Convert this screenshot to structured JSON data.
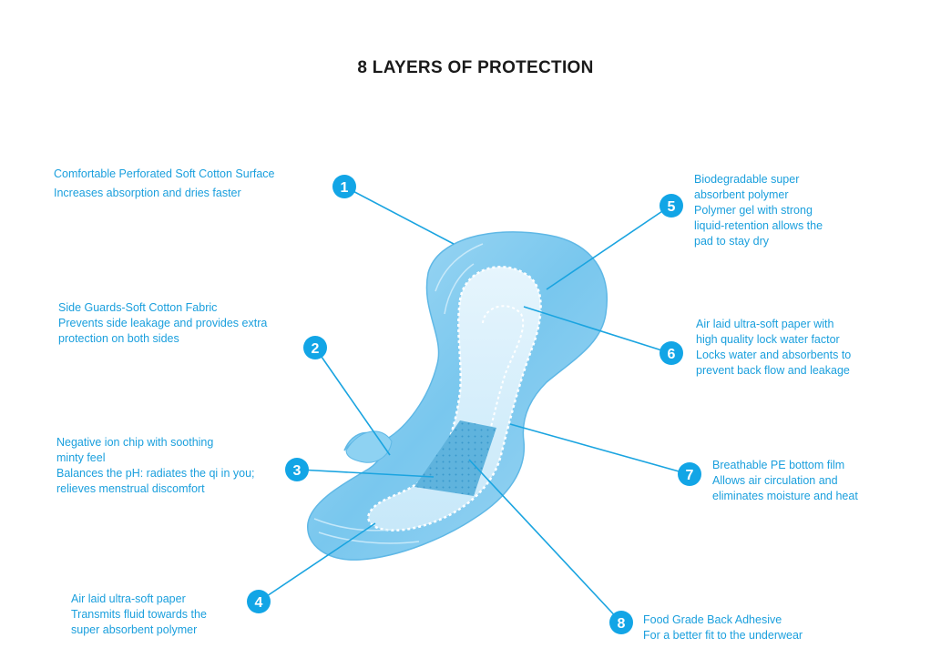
{
  "title": "8 LAYERS OF PROTECTION",
  "colors": {
    "accent": "#1a9fdd",
    "badge": "#12a5e6",
    "pad": "#7fcdf0"
  },
  "layers": [
    {
      "number": "1",
      "lines": [
        "Comfortable Perforated Soft Cotton Surface",
        "Increases absorption and dries faster"
      ]
    },
    {
      "number": "2",
      "lines": [
        "Side Guards-Soft Cotton Fabric",
        "Prevents side leakage and provides extra",
        "protection on both sides"
      ]
    },
    {
      "number": "3",
      "lines": [
        "Negative ion chip with soothing",
        "minty feel",
        "Balances the pH: radiates the qi in you;",
        "relieves menstrual discomfort"
      ]
    },
    {
      "number": "4",
      "lines": [
        "Air laid ultra-soft paper",
        "Transmits fluid towards the",
        "super absorbent polymer"
      ]
    },
    {
      "number": "5",
      "lines": [
        "Biodegradable super",
        "absorbent polymer",
        "Polymer gel with strong",
        "liquid-retention allows the",
        "pad to stay dry"
      ]
    },
    {
      "number": "6",
      "lines": [
        "Air laid ultra-soft paper with",
        "high quality lock water factor",
        "Locks water and absorbents to",
        "prevent back flow and leakage"
      ]
    },
    {
      "number": "7",
      "lines": [
        "Breathable PE bottom film",
        "Allows air circulation and",
        "eliminates moisture and heat"
      ]
    },
    {
      "number": "8",
      "lines": [
        "Food Grade Back Adhesive",
        "For a better fit to the underwear"
      ]
    }
  ]
}
